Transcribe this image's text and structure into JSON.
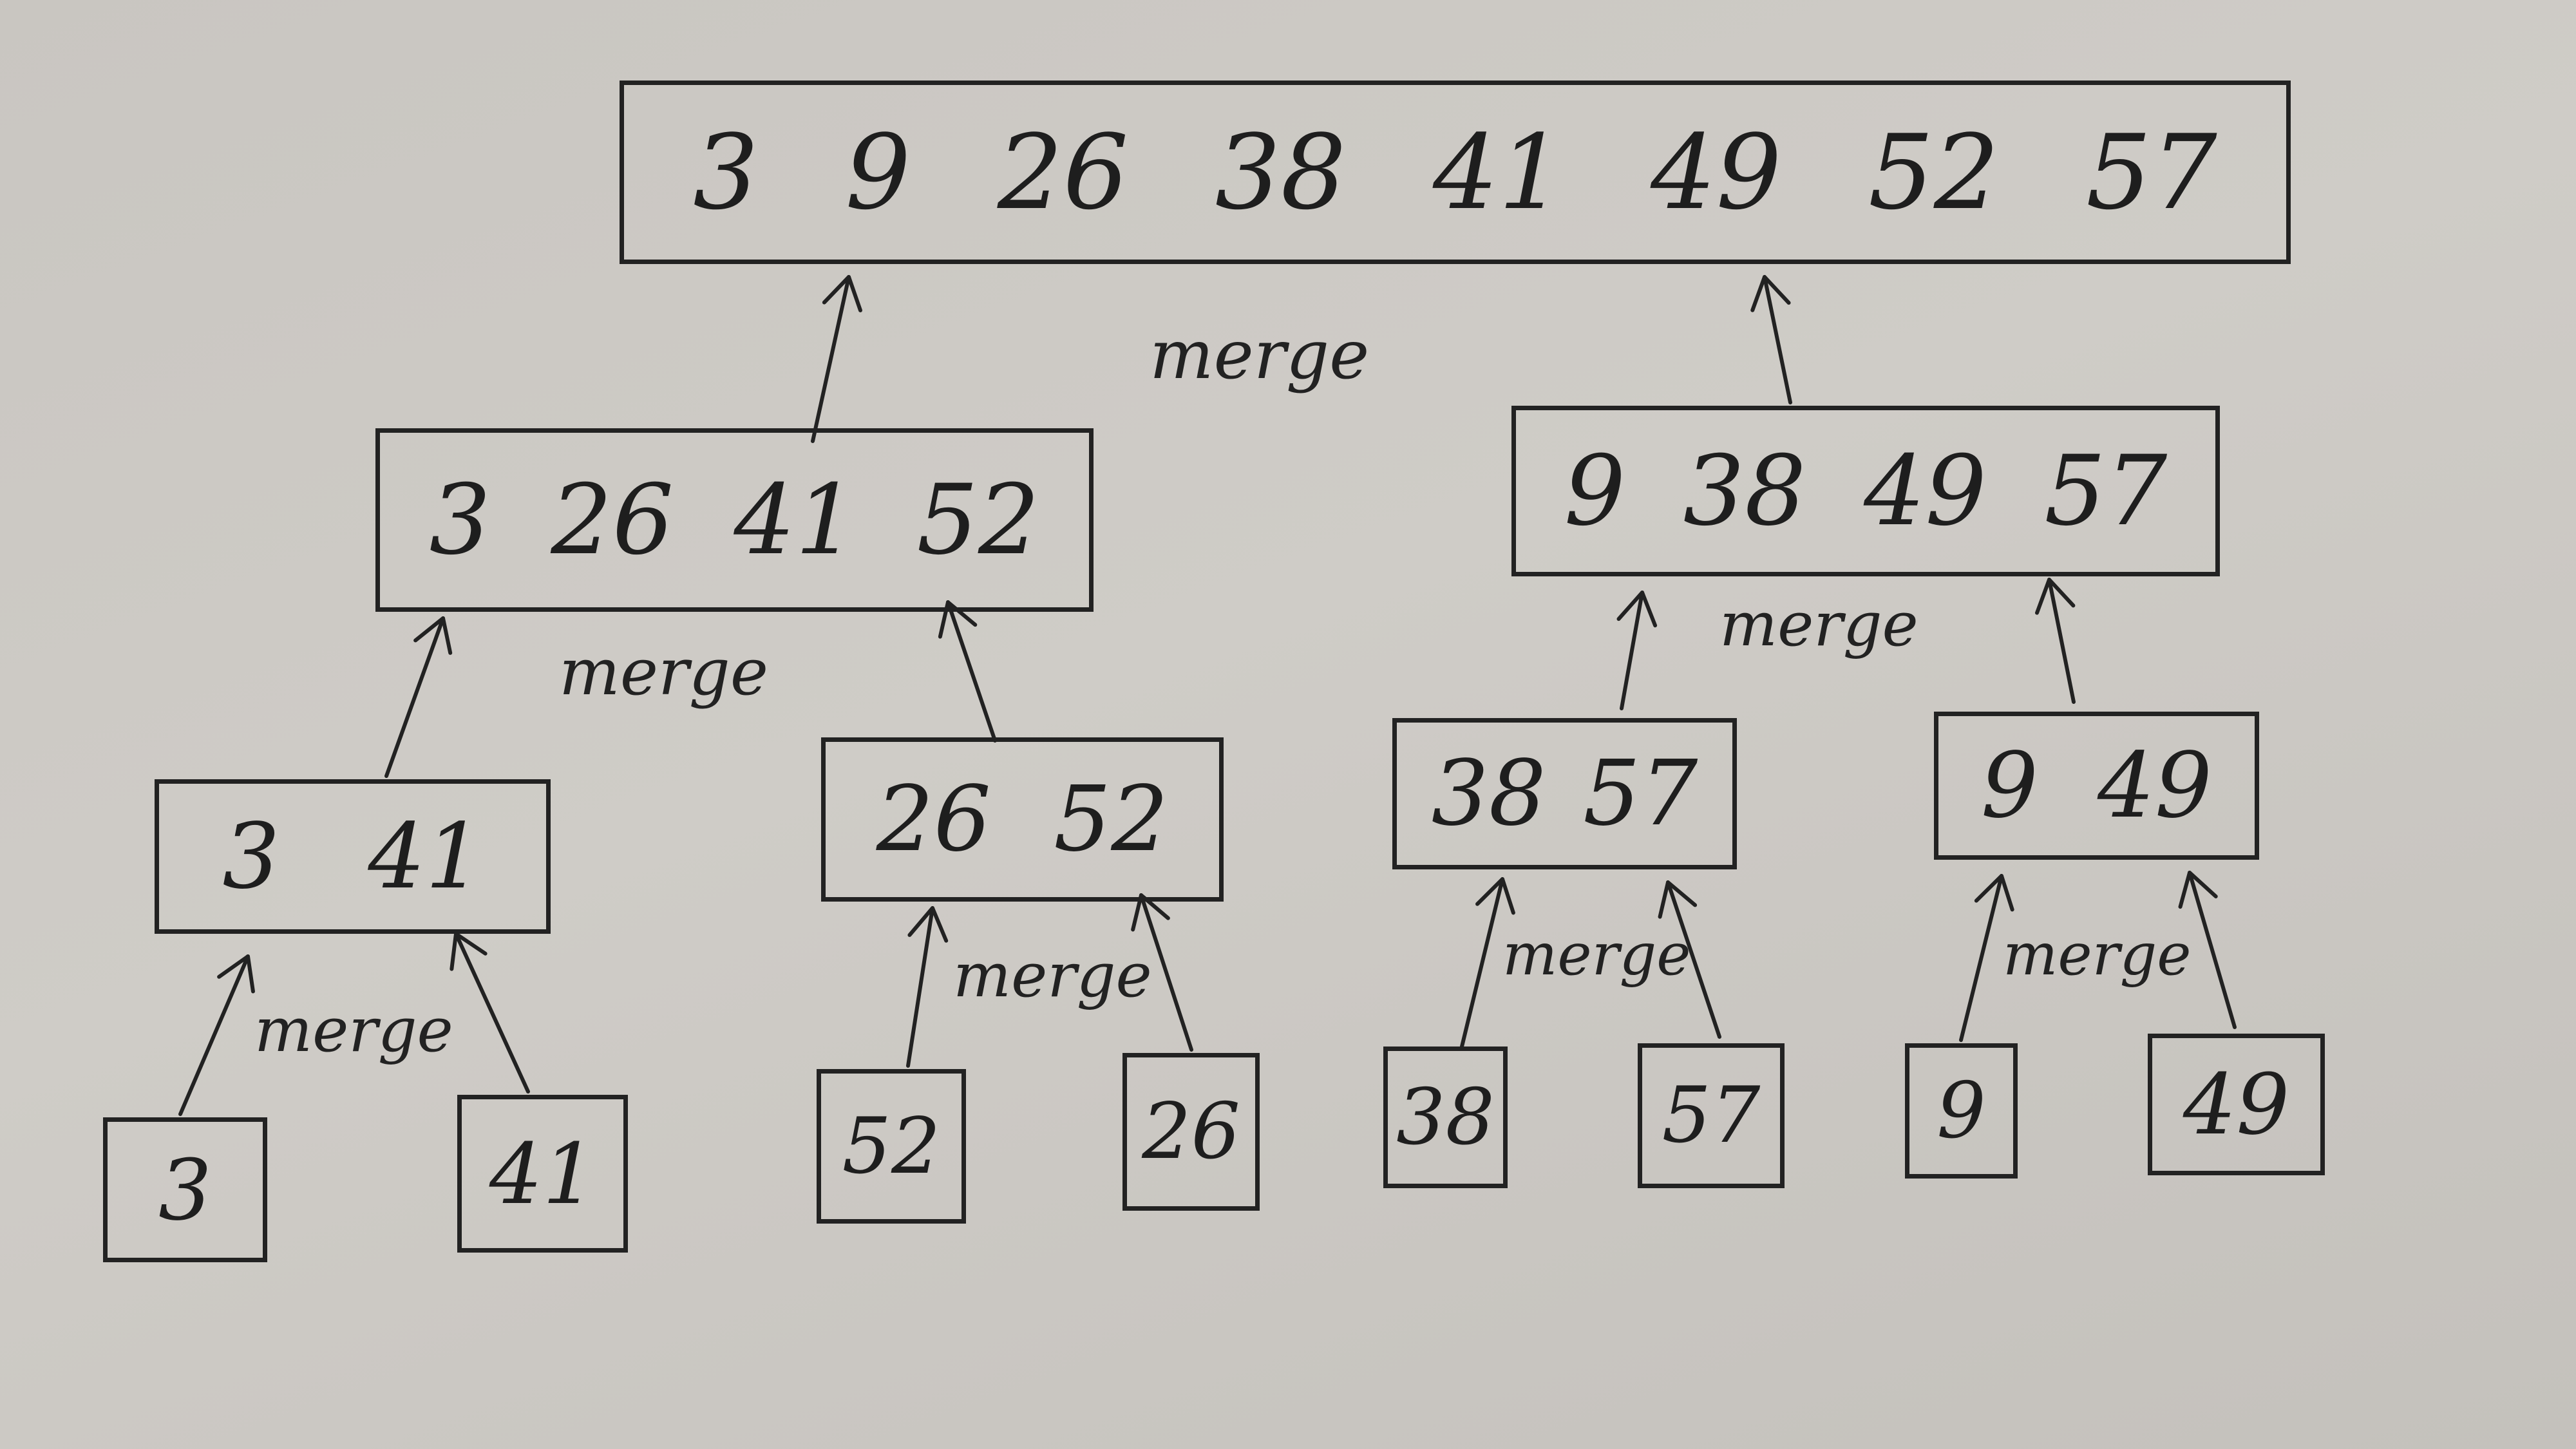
{
  "diagram": {
    "root": [
      "3",
      "9",
      "26",
      "38",
      "41",
      "49",
      "52",
      "57"
    ],
    "level2": {
      "left": [
        "3",
        "26",
        "41",
        "52"
      ],
      "right": [
        "9",
        "38",
        "49",
        "57"
      ]
    },
    "level3": [
      [
        "3",
        "41"
      ],
      [
        "26",
        "52"
      ],
      [
        "38",
        "57"
      ],
      [
        "9",
        "49"
      ]
    ],
    "leaves": [
      "3",
      "41",
      "52",
      "26",
      "38",
      "57",
      "9",
      "49"
    ],
    "merge_label": "merge"
  }
}
